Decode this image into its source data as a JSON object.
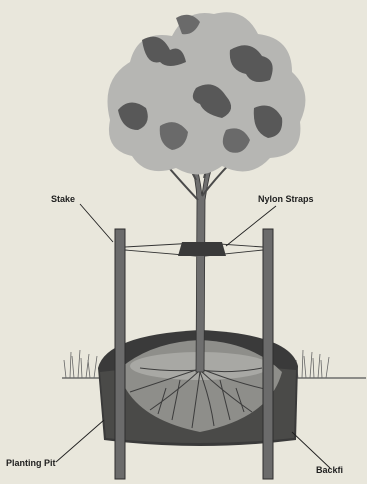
{
  "labels": {
    "stake": "Stake",
    "nylon_straps": "Nylon Straps",
    "planting_pit": "Planting Pit",
    "backfill": "Backfi"
  },
  "colors": {
    "background": "#e9e7dc",
    "foliage_light": "#b6b6b3",
    "foliage_dark": "#585858",
    "trunk": "#6e6e6e",
    "stake": "#6b6b6b",
    "soil": "#3a3a3a",
    "rootball": "#8e8e8a",
    "ink": "#1e1e1e"
  }
}
